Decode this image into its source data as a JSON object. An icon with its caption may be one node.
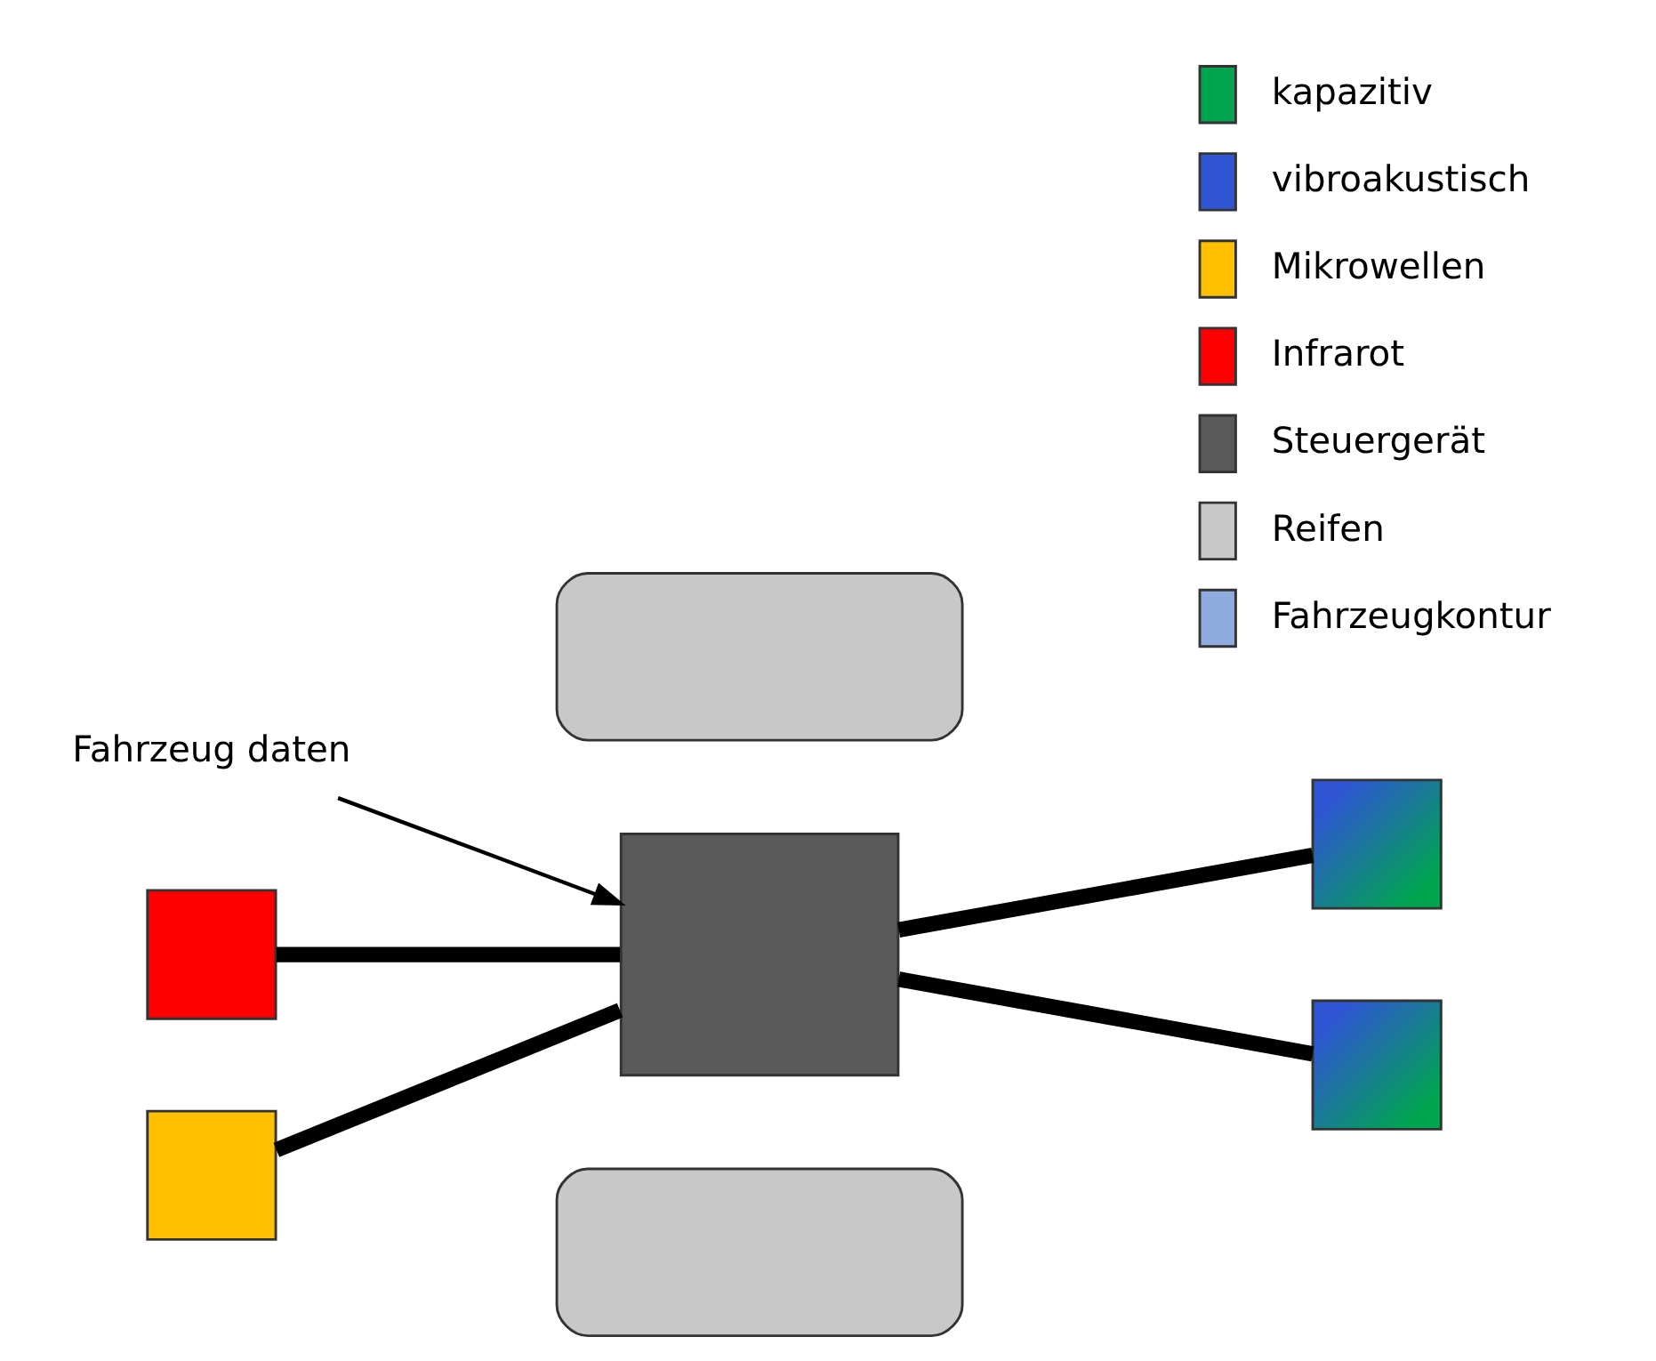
{
  "diagram": {
    "nodes": [
      {
        "text": [],
        "shape": "box"
      },
      {
        "text": [],
        "shape": "box"
      },
      {
        "text": [
          "Fahrzeug daten"
        ]
      },
      {
        "text": [],
        "shape": "box"
      },
      {
        "text": [],
        "shape": "box"
      },
      {
        "text": [],
        "shape": "box"
      },
      {
        "text": [],
        "shape": "box"
      },
      {
        "text": [],
        "shape": "box"
      }
    ],
    "edges": [
      {
        "from": 2,
        "to": 4,
        "arrow": "to"
      },
      {
        "from": 3,
        "to": 4,
        "arrow": "none"
      },
      {
        "from": 5,
        "to": 4,
        "arrow": "none"
      },
      {
        "from": 4,
        "to": 1,
        "arrow": "none"
      },
      {
        "from": 4,
        "to": 7,
        "arrow": "none"
      }
    ],
    "legend": [
      {
        "text": "kapazitiv",
        "color": "#00a550"
      },
      {
        "text": "vibroakustisch",
        "color": "#2f55d4"
      },
      {
        "text": "Mikrowellen",
        "color": "#ffc000"
      },
      {
        "text": "Infrarot",
        "color": "#ff0000"
      },
      {
        "text": "Steuergerät",
        "color": "#595959"
      },
      {
        "text": "Reifen",
        "color": "#c8c8c8"
      },
      {
        "text": "Fahrzeugkontur",
        "color": "#8faadc"
      }
    ]
  }
}
